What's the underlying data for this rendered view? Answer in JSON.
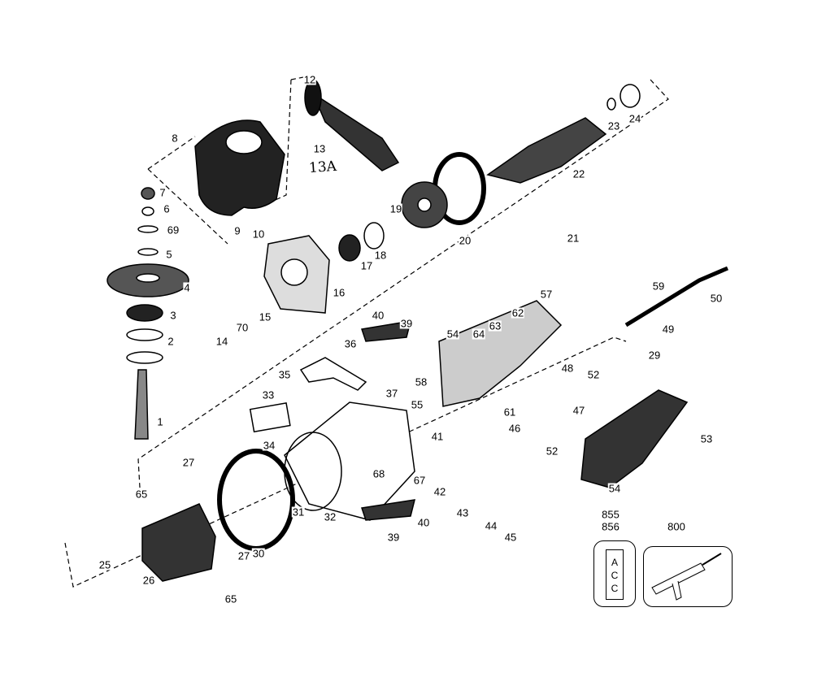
{
  "diagram": {
    "handwritten_note": "13A",
    "part_labels": [
      "12",
      "13",
      "8",
      "7",
      "6",
      "69",
      "5",
      "4",
      "3",
      "2",
      "1",
      "9",
      "10",
      "23",
      "24",
      "22",
      "21",
      "20",
      "19",
      "18",
      "17",
      "16",
      "15",
      "70",
      "14",
      "40",
      "39",
      "36",
      "35",
      "33",
      "34",
      "37",
      "58",
      "55",
      "41",
      "54",
      "57",
      "62",
      "63",
      "64",
      "48",
      "52",
      "47",
      "46",
      "61",
      "52",
      "59",
      "50",
      "49",
      "29",
      "53",
      "54",
      "27",
      "65",
      "68",
      "67",
      "42",
      "31",
      "32",
      "43",
      "44",
      "45",
      "39",
      "40",
      "30",
      "27",
      "25",
      "26",
      "65"
    ],
    "accessories": {
      "kit_label_top": "855",
      "kit_label_bottom": "856",
      "kit_tag_text": [
        "A",
        "C",
        "C"
      ],
      "gun_label": "800"
    }
  }
}
